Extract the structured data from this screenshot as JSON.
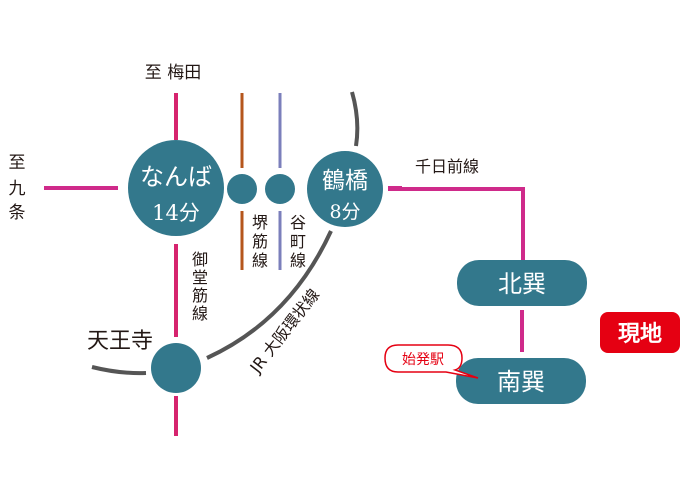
{
  "colors": {
    "station": "#33788c",
    "midosuji": "#d6246e",
    "sakaisuji": "#b5561c",
    "tanimachi": "#7b7fbb",
    "sennichimae": "#cf2a8a",
    "jr": "#555555",
    "accent": "#e50012"
  },
  "destinations": {
    "umeda": "至 梅田",
    "kujo": [
      "至",
      "九",
      "条"
    ]
  },
  "stations": {
    "namba": {
      "name": "なんば",
      "time": "14分"
    },
    "tsuruhashi": {
      "name": "鶴橋",
      "time": "8分"
    },
    "tennoji": {
      "name": "天王寺"
    },
    "kitatatsumi": {
      "name": "北巽"
    },
    "minamitatsumi": {
      "name": "南巽"
    }
  },
  "lines": {
    "midosuji": [
      "御",
      "堂",
      "筋",
      "線"
    ],
    "sakaisuji": [
      "堺",
      "筋",
      "線"
    ],
    "tanimachi": [
      "谷",
      "町",
      "線"
    ],
    "jr": "JR 大阪環状線",
    "sennichimae": "千日前線"
  },
  "badges": {
    "first_station": "始発駅",
    "current_location": "現地"
  }
}
